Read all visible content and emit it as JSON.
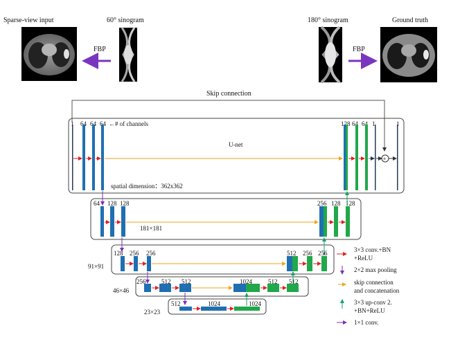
{
  "top": {
    "sparse_input_label": "Sparse-view input",
    "sino60_label": "60° sinogram",
    "sino180_label": "180° sinogram",
    "ground_truth_label": "Ground truth",
    "fbp_left": "FBP",
    "fbp_right": "FBP",
    "skip_connection": "Skip connection"
  },
  "levels": {
    "l1": {
      "left_channels": [
        "1",
        "64",
        "64",
        "64"
      ],
      "channels_note": "←# of channels",
      "right_channels": [
        "128",
        "64",
        "64",
        "1",
        "1"
      ],
      "title": "U-net",
      "dimension": "spatial dimension：362x362",
      "plus": "+"
    },
    "l2": {
      "left_channels": [
        "64",
        "128",
        "128"
      ],
      "right_channels": [
        "256",
        "128",
        "128"
      ],
      "dimension": "181×181"
    },
    "l3": {
      "left_channels": [
        "128",
        "256",
        "256"
      ],
      "right_channels": [
        "512",
        "256",
        "256"
      ],
      "dimension": "91×91"
    },
    "l4": {
      "left_channels": [
        "256",
        "512",
        "512"
      ],
      "right_channels": [
        "1024",
        "512",
        "512"
      ],
      "dimension": "46×46"
    },
    "l5": {
      "channels": [
        "512",
        "1024",
        "1024"
      ],
      "dimension": "23×23"
    }
  },
  "legend": {
    "conv_line1": "3×3 conv.+BN",
    "conv_line2": "+ReLU",
    "pool": "2×2 max pooling",
    "skip_line1": "skip connection",
    "skip_line2": "and concatenation",
    "upconv_line1": "3×3 up-conv 2.",
    "upconv_line2": "+BN+ReLU",
    "conv1x1": "1×1 conv."
  },
  "colors": {
    "blue_block": "#1f6fb2",
    "green_block": "#20a84a",
    "red_arrow": "#e02020",
    "purple_arrow": "#7a2fb5",
    "orange_arrow": "#f2a51a",
    "teal_arrow": "#1aa06a",
    "fbp_arrow": "#7a35c0"
  }
}
